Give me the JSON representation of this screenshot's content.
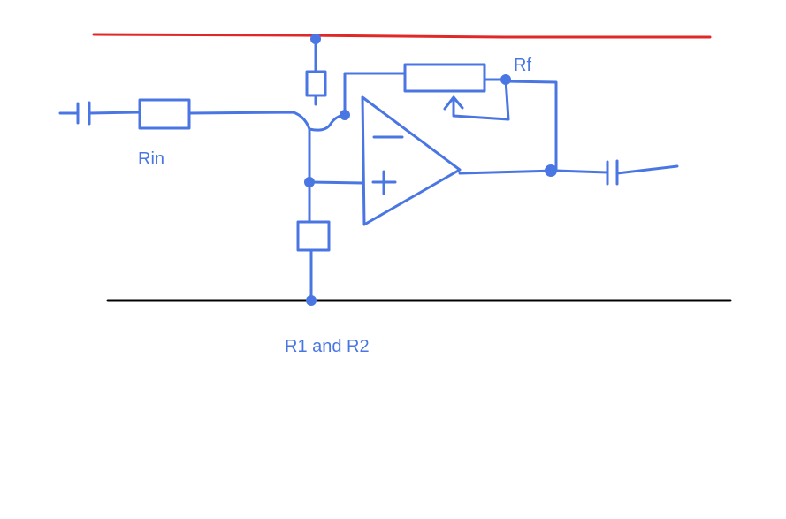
{
  "labels": {
    "rin": "Rin",
    "rf": "Rf",
    "r1_r2": "R1 and R2",
    "minus": "−",
    "plus": "+"
  },
  "colors": {
    "background": "#ffffff",
    "circuit": "#4a76e3",
    "supply_rail": "#e02828",
    "ground_rail": "#000000"
  },
  "components": [
    {
      "id": "input-capacitor",
      "type": "capacitor"
    },
    {
      "id": "rin",
      "type": "resistor"
    },
    {
      "id": "r1",
      "type": "resistor"
    },
    {
      "id": "r2",
      "type": "resistor"
    },
    {
      "id": "rf",
      "type": "potentiometer"
    },
    {
      "id": "op-amp",
      "type": "operational amplifier"
    },
    {
      "id": "output-capacitor",
      "type": "capacitor"
    }
  ]
}
